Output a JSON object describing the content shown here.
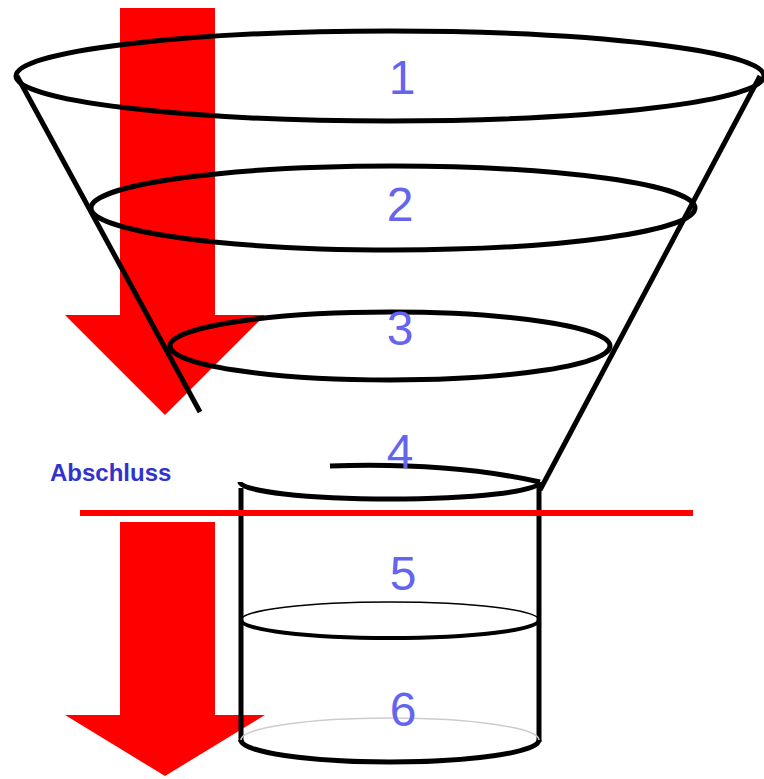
{
  "diagram": {
    "labels": [
      "1",
      "2",
      "3",
      "4",
      "Abschluss",
      "5",
      "6"
    ]
  }
}
